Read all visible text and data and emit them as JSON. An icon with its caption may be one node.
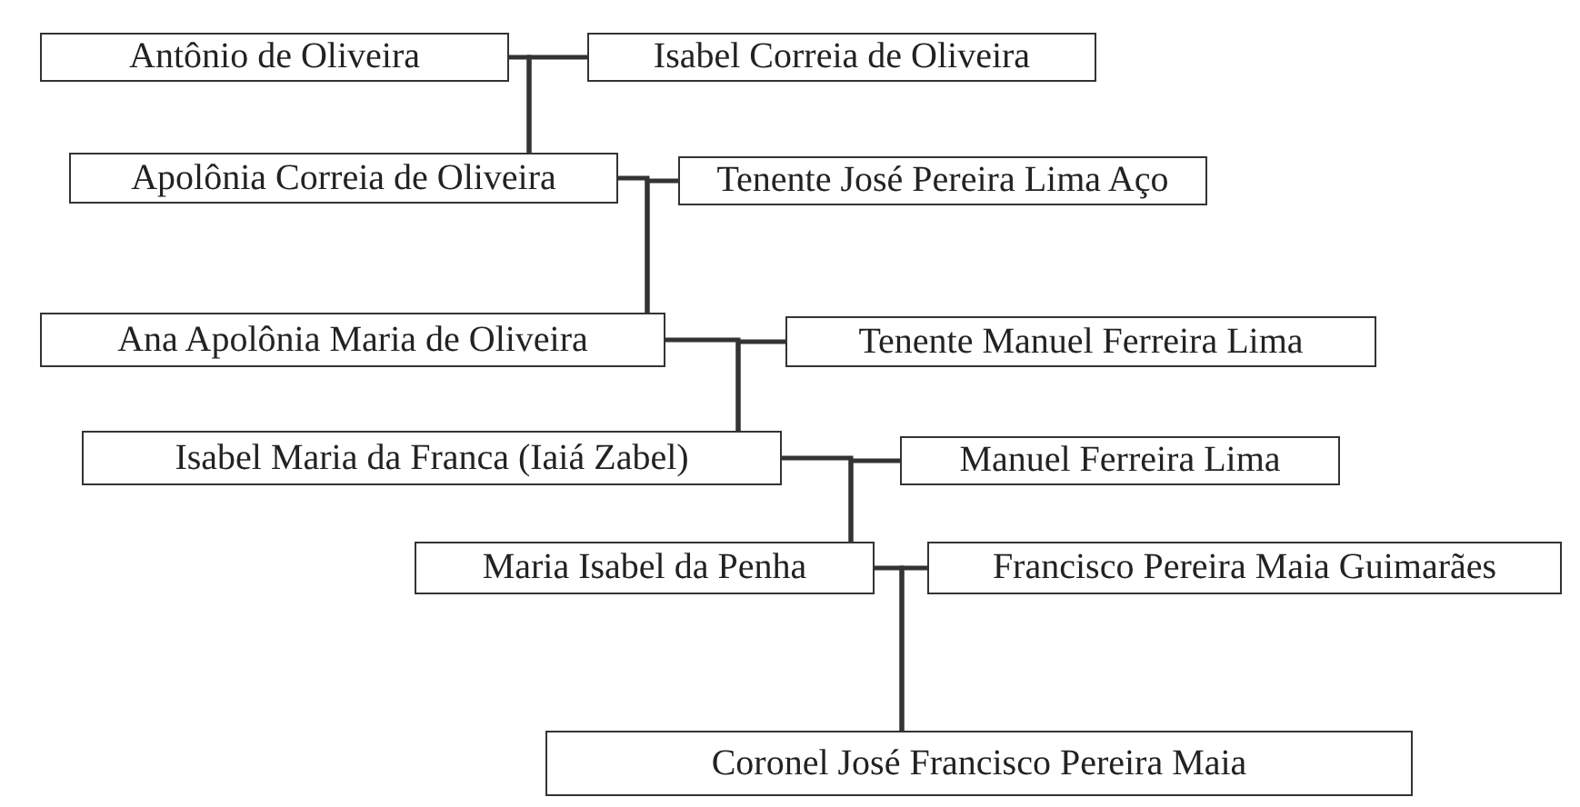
{
  "diagram": {
    "nodes": [
      {
        "text": [
          "Antônio de Oliveira"
        ]
      },
      {
        "text": [
          "Isabel Correia de Oliveira"
        ]
      },
      {
        "text": [
          "Apolônia Correia de Oliveira"
        ]
      },
      {
        "text": [
          "Tenente José Pereira Lima Aço"
        ]
      },
      {
        "text": [
          "Ana Apolônia Maria de Oliveira"
        ]
      },
      {
        "text": [
          "Tenente Manuel Ferreira Lima"
        ]
      },
      {
        "text": [
          "Isabel Maria da Franca (Iaiá Zabel)"
        ]
      },
      {
        "text": [
          "Manuel Ferreira Lima"
        ]
      },
      {
        "text": [
          "Maria Isabel da Penha"
        ]
      },
      {
        "text": [
          "Francisco Pereira Maia Guimarães"
        ]
      },
      {
        "text": [
          "Coronel José Francisco Pereira Maia"
        ]
      }
    ],
    "edges": [
      {
        "from": 0,
        "to": 2,
        "arrow": "none"
      },
      {
        "from": 1,
        "to": 2,
        "arrow": "none"
      },
      {
        "from": 2,
        "to": 4,
        "arrow": "none"
      },
      {
        "from": 3,
        "to": 4,
        "arrow": "none"
      },
      {
        "from": 4,
        "to": 6,
        "arrow": "none"
      },
      {
        "from": 5,
        "to": 6,
        "arrow": "none"
      },
      {
        "from": 6,
        "to": 8,
        "arrow": "none"
      },
      {
        "from": 7,
        "to": 8,
        "arrow": "none"
      },
      {
        "from": 8,
        "to": 10,
        "arrow": "none"
      },
      {
        "from": 9,
        "to": 10,
        "arrow": "none"
      }
    ]
  }
}
